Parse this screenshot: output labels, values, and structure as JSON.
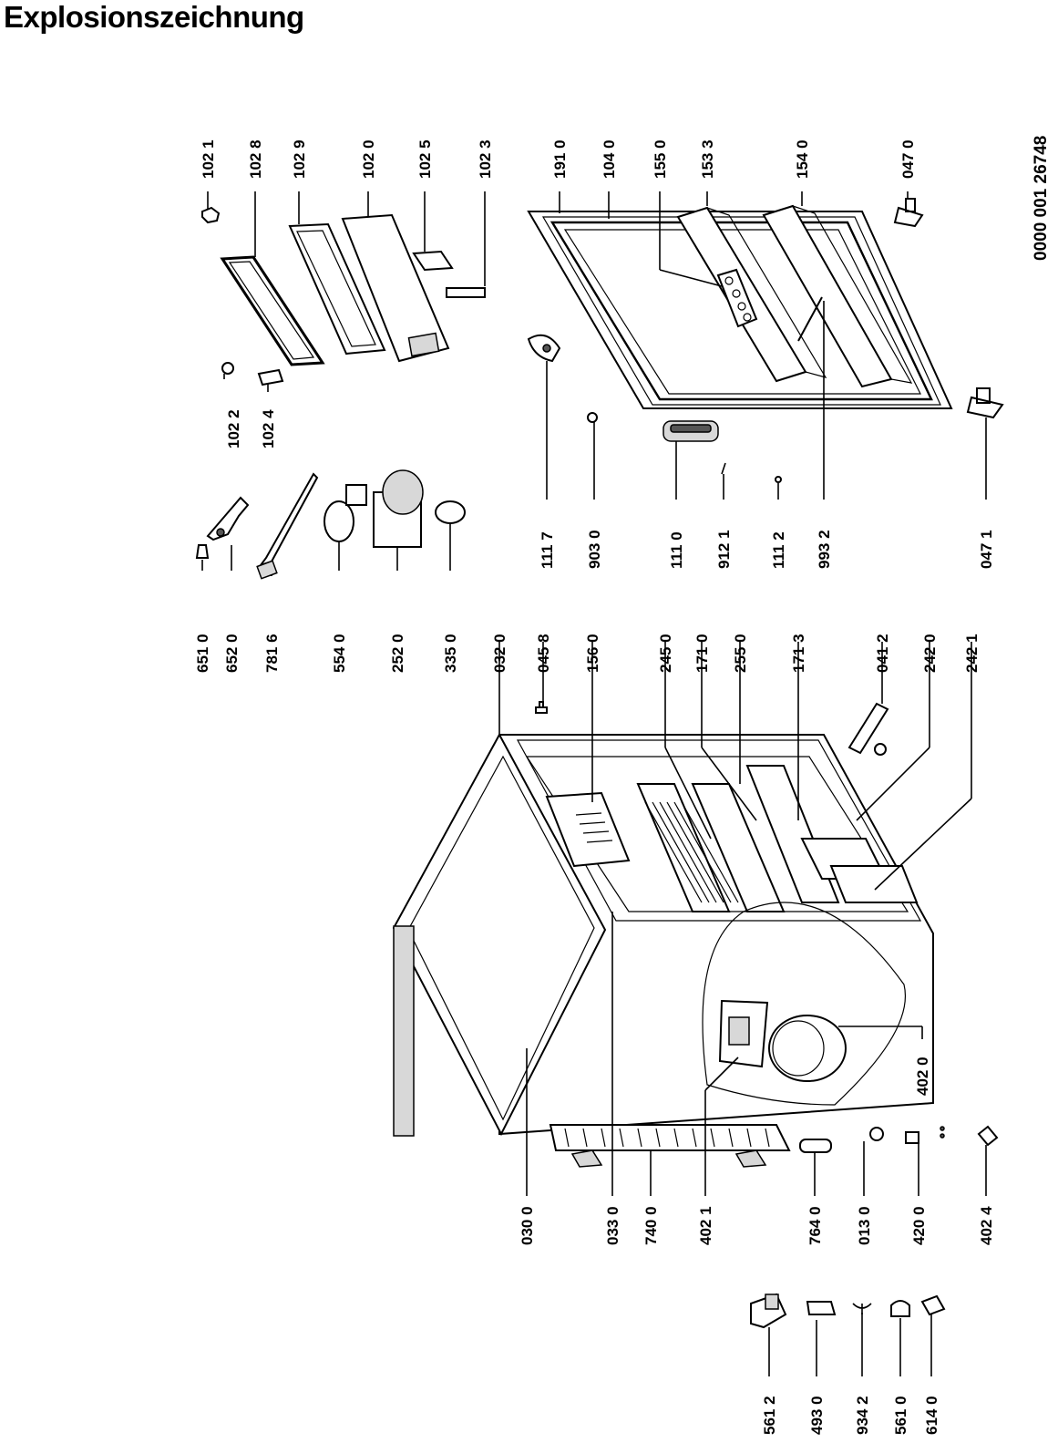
{
  "title": "Explosionszeichnung",
  "document_code": "0000 001 26748",
  "parts": {
    "p1021": "102 1",
    "p1028": "102 8",
    "p1029": "102 9",
    "p1020": "102 0",
    "p1025": "102 5",
    "p1023": "102 3",
    "p1022": "102 2",
    "p1024": "102 4",
    "p1910": "191 0",
    "p1040": "104 0",
    "p1550": "155 0",
    "p1533": "153 3",
    "p1540": "154 0",
    "p0470": "047 0",
    "p1117": "111 7",
    "p9030": "903 0",
    "p1110": "111 0",
    "p9121": "912 1",
    "p1112": "111 2",
    "p9932": "993 2",
    "p0471": "047 1",
    "p6510": "651 0",
    "p6520": "652 0",
    "p7816": "781 6",
    "p5540": "554 0",
    "p2520": "252 0",
    "p3350": "335 0",
    "p0320": "032 0",
    "p0458": "045 8",
    "p1560": "156 0",
    "p2450": "245 0",
    "p1710": "171 0",
    "p2550": "255 0",
    "p1713": "171 3",
    "p0412": "041 2",
    "p2420": "242 0",
    "p2421": "242 1",
    "p4020": "402 0",
    "p0300": "030 0",
    "p0330": "033 0",
    "p7400": "740 0",
    "p4021": "402 1",
    "p7640": "764 0",
    "p0130": "013 0",
    "p4200": "420 0",
    "p4024": "402 4",
    "p5612": "561 2",
    "p4930": "493 0",
    "p9342": "934 2",
    "p5610": "561 0",
    "p6140": "614 0"
  }
}
